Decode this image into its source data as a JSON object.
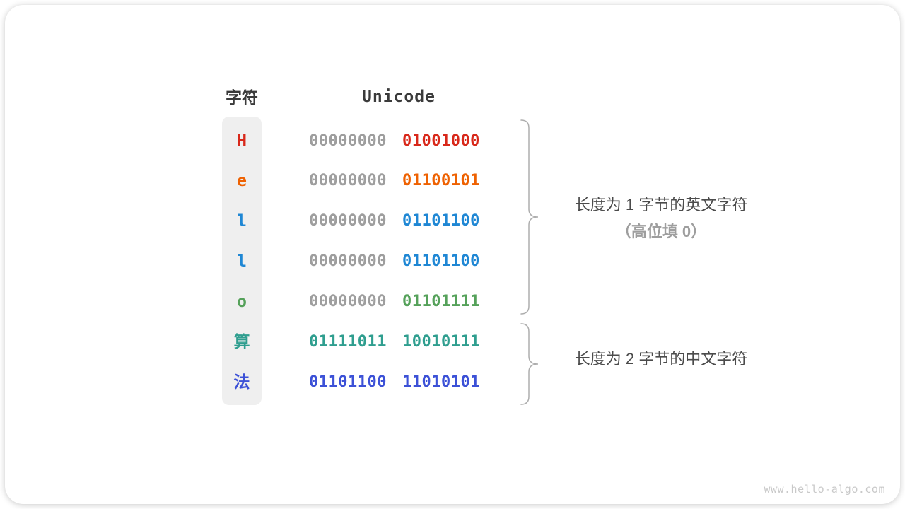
{
  "table": {
    "headers": {
      "char": "字符",
      "unicode": "Unicode"
    },
    "zero_byte_color": "#9e9e9e",
    "rows": [
      {
        "char": "H",
        "byte1": "00000000",
        "byte2": "01001000",
        "color": "#d8281a",
        "byte1_grayed": true
      },
      {
        "char": "e",
        "byte1": "00000000",
        "byte2": "01100101",
        "color": "#ee6101",
        "byte1_grayed": true
      },
      {
        "char": "l",
        "byte1": "00000000",
        "byte2": "01101100",
        "color": "#1f87d4",
        "byte1_grayed": true
      },
      {
        "char": "l",
        "byte1": "00000000",
        "byte2": "01101100",
        "color": "#1f87d4",
        "byte1_grayed": true
      },
      {
        "char": "o",
        "byte1": "00000000",
        "byte2": "01101111",
        "color": "#55a15a",
        "byte1_grayed": true
      },
      {
        "char": "算",
        "byte1": "01111011",
        "byte2": "10010111",
        "color": "#2f9e8f",
        "byte1_grayed": false
      },
      {
        "char": "法",
        "byte1": "01101100",
        "byte2": "11010101",
        "color": "#3c51d7",
        "byte1_grayed": false
      }
    ]
  },
  "annotations": {
    "english_group": {
      "line1": "长度为 1 字节的英文字符",
      "line2": "（高位填 0）"
    },
    "chinese_group": {
      "line1": "长度为 2 字节的中文字符"
    }
  },
  "colors": {
    "header_text": "#3b3b3b",
    "annotation_primary": "#4b4b4b",
    "annotation_secondary": "#9e9e9e",
    "brace": "#adadad",
    "char_column_background": "#efefef",
    "watermark": "#c9c9c9"
  },
  "watermark": "www.hello-algo.com"
}
